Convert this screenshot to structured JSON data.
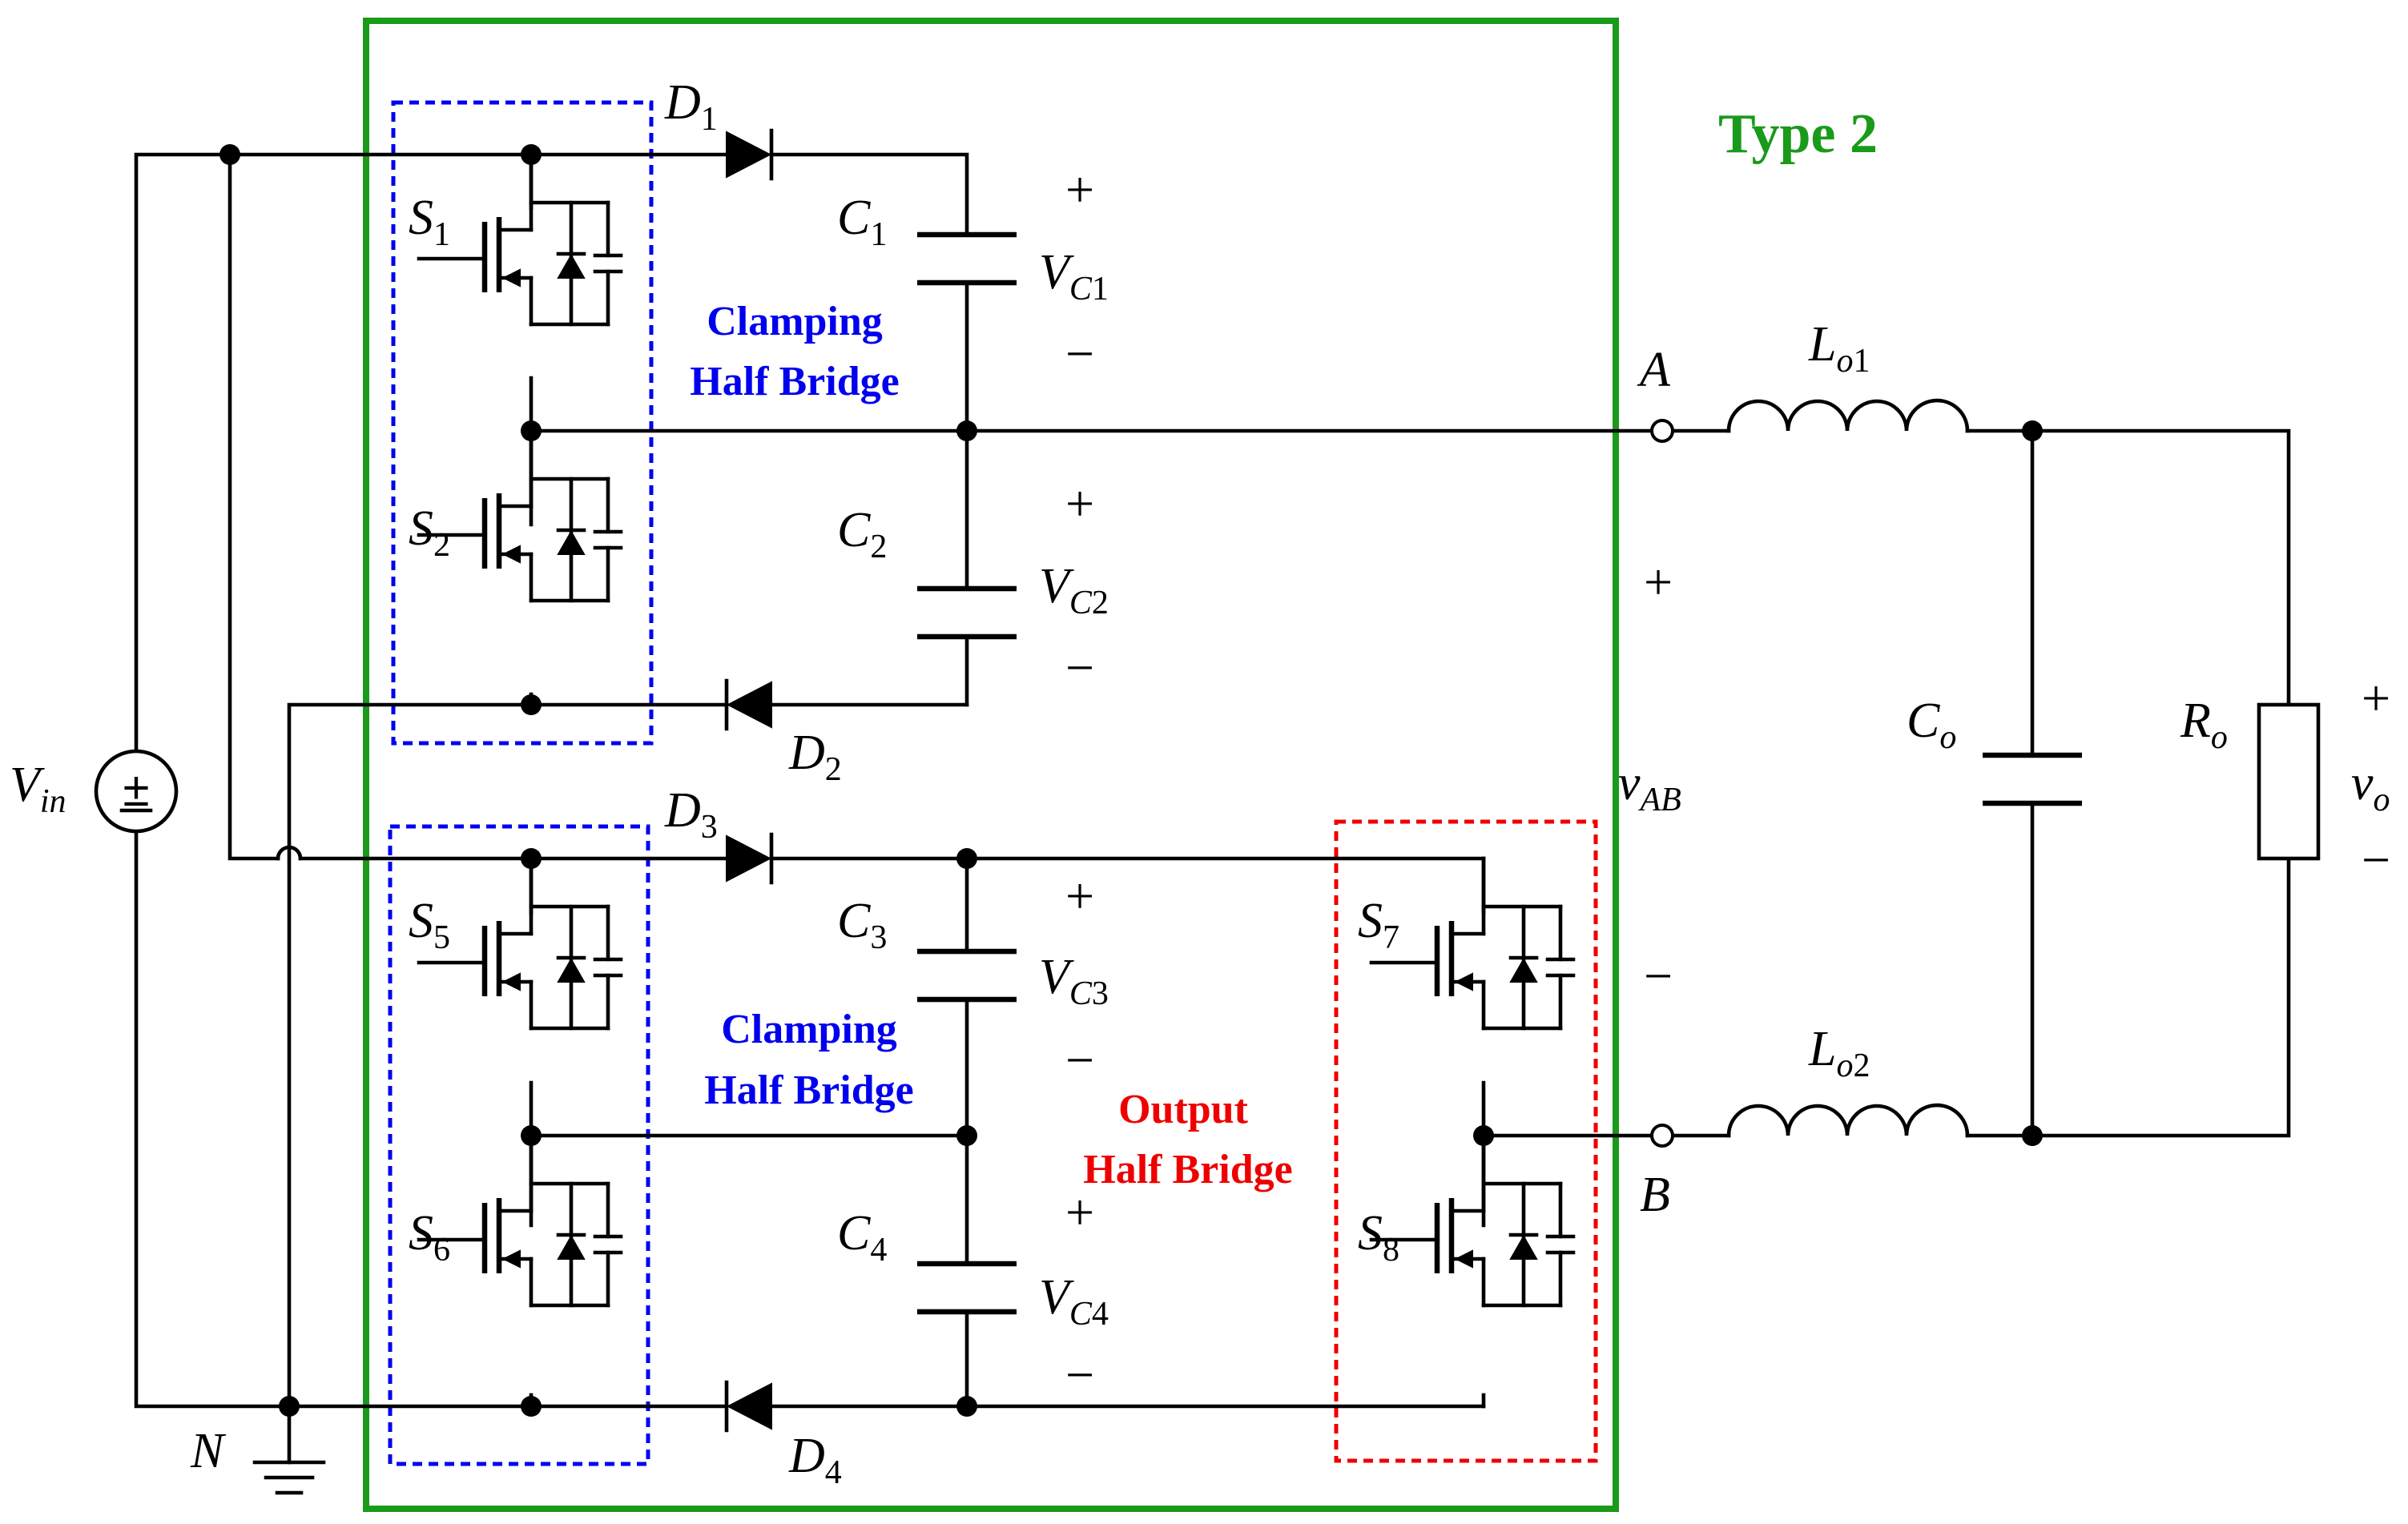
{
  "title": "Type 2",
  "colors": {
    "type_box": "#1a9a1a",
    "clamping_box": "#0000ee",
    "output_box": "#ee0000",
    "wire": "#000000"
  },
  "blocks": {
    "clamping_top": [
      "Clamping",
      "Half Bridge"
    ],
    "clamping_bottom": [
      "Clamping",
      "Half Bridge"
    ],
    "output": [
      "Output",
      "Half Bridge"
    ]
  },
  "source": {
    "main": "V",
    "sub": "in",
    "symbol": "±"
  },
  "ground": {
    "label": "N"
  },
  "switches": [
    {
      "main": "S",
      "sub": "1"
    },
    {
      "main": "S",
      "sub": "2"
    },
    {
      "main": "S",
      "sub": "5"
    },
    {
      "main": "S",
      "sub": "6"
    },
    {
      "main": "S",
      "sub": "7"
    },
    {
      "main": "S",
      "sub": "8"
    }
  ],
  "diodes": [
    {
      "main": "D",
      "sub": "1"
    },
    {
      "main": "D",
      "sub": "2"
    },
    {
      "main": "D",
      "sub": "3"
    },
    {
      "main": "D",
      "sub": "4"
    }
  ],
  "capacitors": [
    {
      "main": "C",
      "sub": "1",
      "v_main": "V",
      "v_sub_i": "C",
      "v_sub_n": "1"
    },
    {
      "main": "C",
      "sub": "2",
      "v_main": "V",
      "v_sub_i": "C",
      "v_sub_n": "2"
    },
    {
      "main": "C",
      "sub": "3",
      "v_main": "V",
      "v_sub_i": "C",
      "v_sub_n": "3"
    },
    {
      "main": "C",
      "sub": "4",
      "v_main": "V",
      "v_sub_i": "C",
      "v_sub_n": "4"
    }
  ],
  "signs": {
    "plus": "+",
    "minus": "−"
  },
  "terminals": {
    "a": "A",
    "b": "B"
  },
  "vab": {
    "main": "v",
    "sub": "AB"
  },
  "inductors": [
    {
      "main": "L",
      "sub_i": "o",
      "sub_n": "1"
    },
    {
      "main": "L",
      "sub_i": "o",
      "sub_n": "2"
    }
  ],
  "output_cap": {
    "main": "C",
    "sub": "o"
  },
  "load": {
    "main": "R",
    "sub": "o"
  },
  "vo": {
    "main": "v",
    "sub": "o"
  }
}
